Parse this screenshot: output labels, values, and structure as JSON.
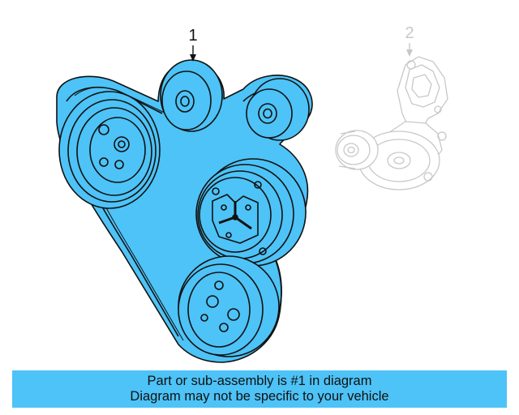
{
  "diagram": {
    "callouts": [
      {
        "number": "1",
        "highlighted": true
      },
      {
        "number": "2",
        "highlighted": false
      }
    ],
    "parts": [
      {
        "name": "serpentine-belt",
        "callout": "1",
        "color": "#4dc3f7"
      },
      {
        "name": "belt-tensioner",
        "callout": "2",
        "color": "#cfcfcf"
      }
    ]
  },
  "colors": {
    "highlight": "#4dc3f7",
    "outline": "#111111",
    "ghost": "#c8c8c8",
    "banner_bg": "#4dc3f7"
  },
  "banner": {
    "line1": "Part or sub-assembly is #1 in diagram",
    "line2": "Diagram may not be specific to your vehicle"
  }
}
